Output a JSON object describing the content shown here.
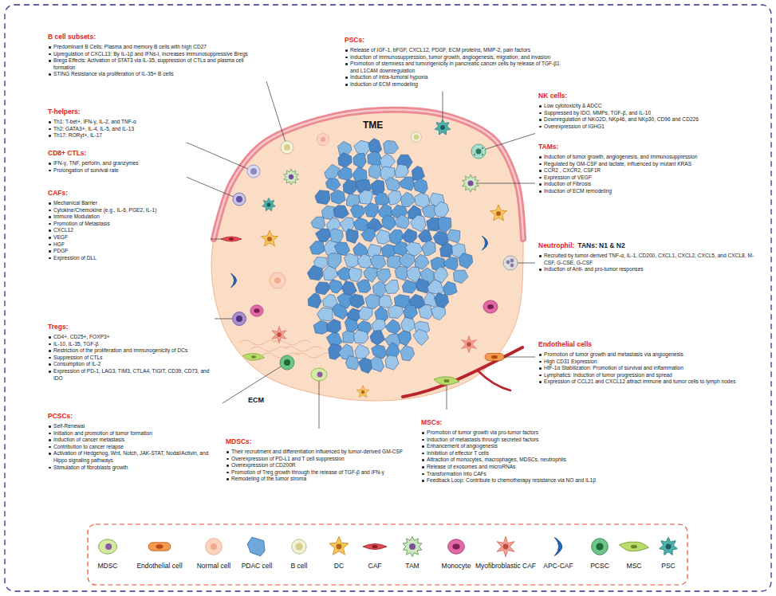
{
  "diagram": {
    "nodes": [
      {
        "text": [
          "B cell subsets:",
          "Predominant B Cells: Plasma and memory B cells with high CD27",
          "Upregulation of CXCL13: By IL-1β and IFNs-I, increases immunosuppressive Bregs",
          "Bregs Effects: Activation of STAT3 via IL-35, suppression of CTLs and plasma cell formation",
          "STING Resistance via proliferation of IL-35+ B cells"
        ]
      },
      {
        "text": [
          "PSCs:",
          "Release of IGF-1, bFGF, CXCL12, PDGF, ECM proteins, MMP-2, pain factors",
          "Induction of immunosuppression, tumor growth, angiogenesis, migration, and invasion",
          "Promotion of stemness and tumorigenicity in pancreatic cancer cells by release of TGF-β1 and L1CAM downregulation",
          "Induction of intra-tumoral hypoxia",
          "Induction of ECM remodeling"
        ]
      },
      {
        "text": [
          "T-helpers:",
          "Th1: T-bet+, IFN-γ, IL-2, and TNF-α",
          "Th2: GATA3+, IL-4, IL-5, and IL-13",
          "Th17: RORγt+, IL-17"
        ]
      },
      {
        "text": [
          "NK cells:",
          "Low cytotoxicity & ADCC",
          "Suppressed by IDO, MMPs, TGF-β, and IL-10",
          "Downregulation of NKG2D, NKp46, and NKp30, CD96 and CD226",
          "Overexpression of IGHG1"
        ]
      },
      {
        "text": [
          "CD8+ CTLs:",
          "IFN-γ, TNF, perforin, and granzymes",
          "Prolongation of survival rate"
        ]
      },
      {
        "text": [
          "CAFs:",
          "Mechanical Barrier",
          "Cytokine/Chemokine (e.g., IL-6, PGE2, IL-1)",
          "Immune Modulation",
          "Promotion of Metastasis",
          "CXCL12",
          "VEGF",
          "HGF",
          "PDGF",
          "Expression of DLL"
        ]
      },
      {
        "text": [
          "TAMs:",
          "Induction of tumor growth, angiogenesis, and immunosuppression",
          "Regulated by GM-CSF and lactate, influenced by mutant KRAS",
          "CCR2 , CXCR2, CSF1R",
          "Expression of VEGF",
          "Induction of Fibrosis",
          "Induction of ECM remodeling"
        ]
      },
      {
        "text": [
          "Neutrophil:",
          "TANs: N1 & N2",
          "Recruited by tumor-derived TNF-α, IL-1, CD200, CXCL1, CXCL2, CXCL5, and CXCL8, M-CSF, G-CSE, G-CSF",
          "Induction of Anti- and pro-tumor responses"
        ]
      },
      {
        "text": [
          "Tregs:",
          "CD4+, CD25+, FOXP3+",
          "IL-10, IL-35, TGF-β",
          "Restriction of the proliferation and immunogenicity of DCs",
          "Suppression of CTLs",
          "Consumption of IL-2",
          "Expression of PD-1, LAG3, TIM3, CTLA4, TIGIT, CD39, CD73, and IDO"
        ]
      },
      {
        "text": [
          "Endothelial cells",
          "Promotion of tumor growth and metastasis via angiogenesis",
          "High CD31 Expression",
          "HIF-1α Stabilization: Promotion of survival and inflammation",
          "Lymphatics: Induction of tumor progression and spread",
          "Expression of CCL21 and CXCL12 attract immune and tumor cells to lymph nodes"
        ]
      },
      {
        "text": [
          "PCSCs:",
          "Self-Renewal",
          "Initiation and promotion of tumor formation",
          "Induction of cancer metastasis",
          "Contribution to cancer relapse",
          "Activation of Hedgehog, Wnt, Notch, JAK-STAT, Nodal/Activin, and Hippo signaling pathways",
          "Stimulation of fibroblasts growth"
        ]
      },
      {
        "text": [
          "MDSCs:",
          "Their recruitment and differentiation influenced by tumor-derived GM-CSF",
          "Overexpression of PD-L1 and T cell suppression",
          "Overexpression of CD200R",
          "Promotion of Treg growth through the release of TGF-β and IFN-γ",
          "Remodeling of the tumor stroma"
        ]
      },
      {
        "text": [
          "MSCs:",
          "Promotion of tumor growth via pro-tumor factors",
          "Induction of metastasis through secreted factors",
          "Enhancement of angiogenesis",
          "Inhibition of effector T cells",
          "Attraction of monocytes, macrophages, MDSCs, neutrophils",
          "Release of exosomes and microRNAs",
          "Transformation into CAFs",
          "Feedback Loop: Contribute to chemotherapy resistance via NO and IL1β"
        ]
      }
    ],
    "labels": [
      "TME",
      "ECM"
    ],
    "legend": [
      {
        "text": "MDSC"
      },
      {
        "text": "Endothelial cell"
      },
      {
        "text": "Normal cell"
      },
      {
        "text": "PDAC cell"
      },
      {
        "text": "B cell"
      },
      {
        "text": "DC"
      },
      {
        "text": "CAF"
      },
      {
        "text": "TAM"
      },
      {
        "text": "Monocyte"
      },
      {
        "text": "Myofibroblastic CAF"
      },
      {
        "text": "APC-CAF"
      },
      {
        "text": "PCSC"
      },
      {
        "text": "MSC"
      },
      {
        "text": "PSC"
      }
    ]
  }
}
